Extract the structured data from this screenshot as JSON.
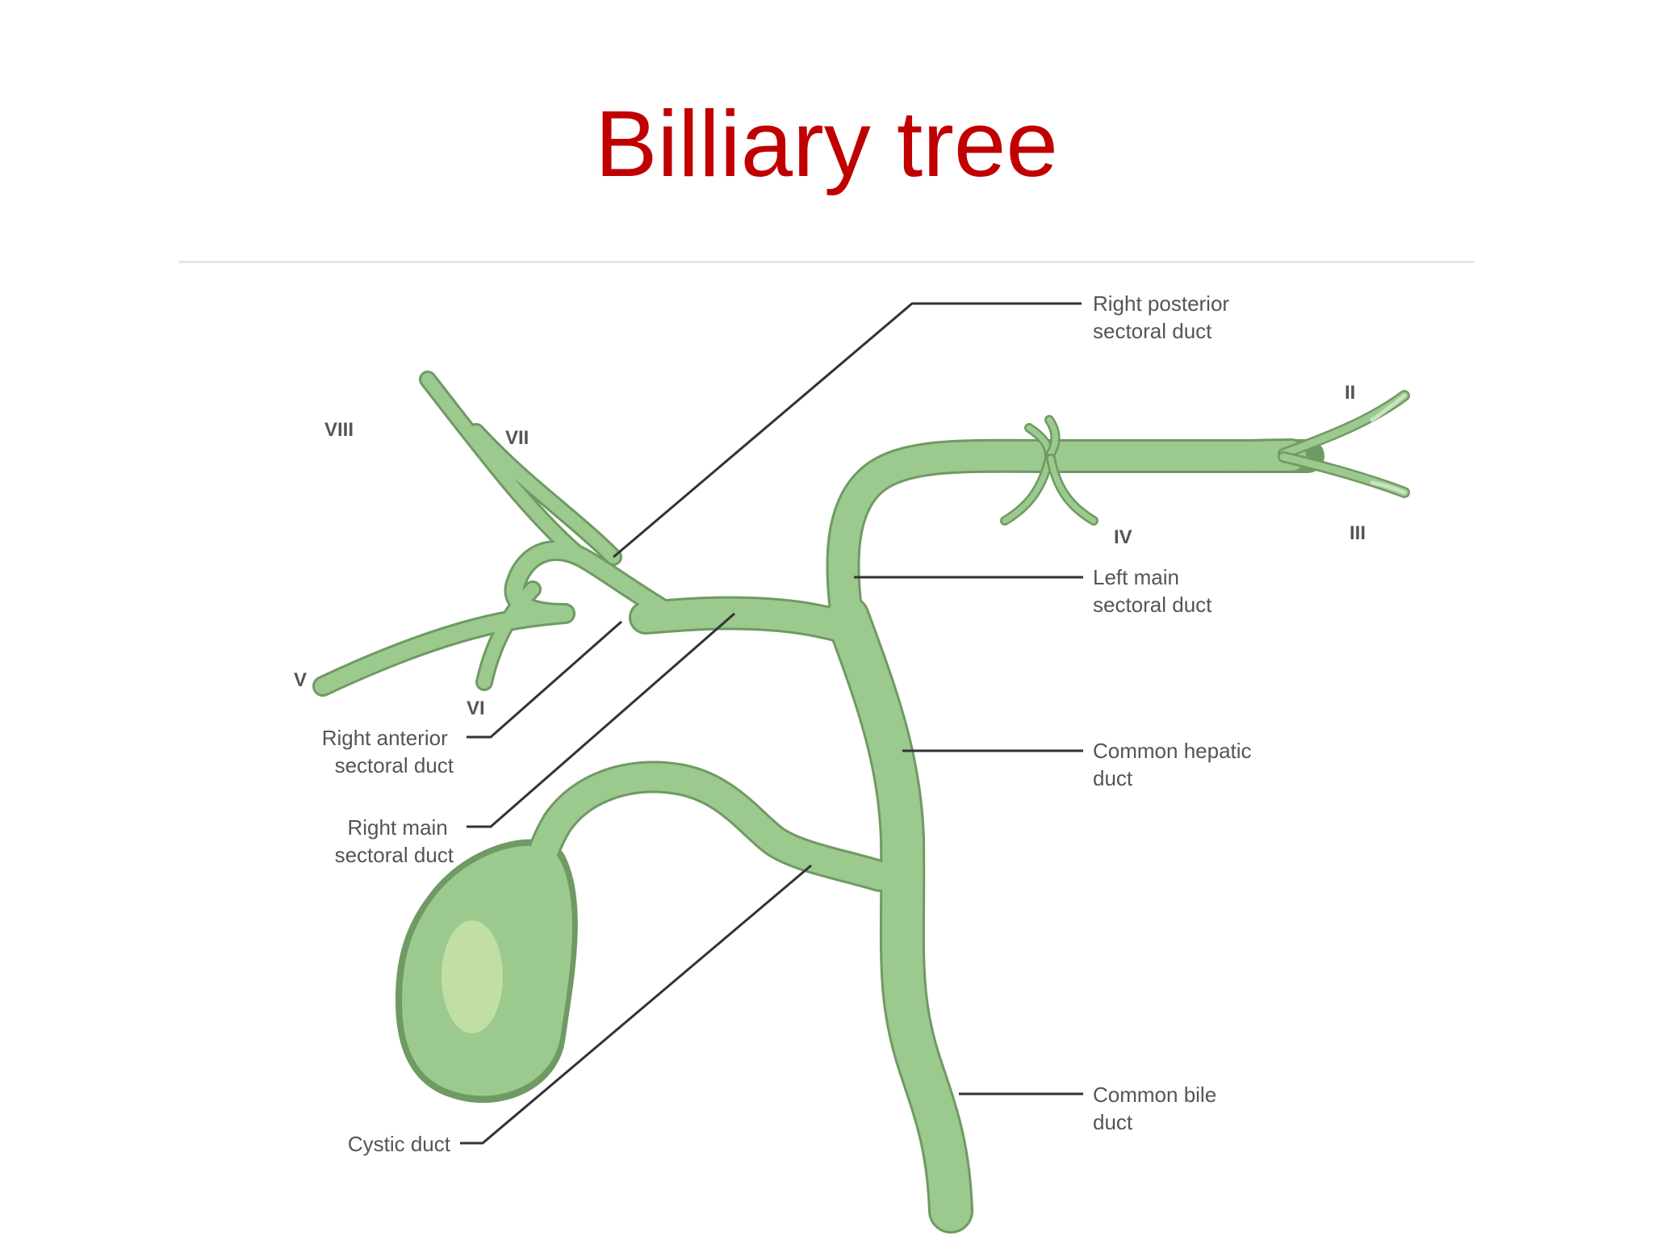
{
  "title": "Billiary tree",
  "colors": {
    "title": "#c00000",
    "duct_fill": "#9cc98e",
    "duct_edge": "#6f9a63",
    "text": "#555555",
    "leader": "#333333"
  },
  "segments": {
    "viii": "VIII",
    "vii": "VII",
    "v": "V",
    "vi": "VI",
    "ii": "II",
    "iii": "III",
    "iv": "IV"
  },
  "labels": {
    "right_posterior": [
      "Right posterior",
      "sectoral duct"
    ],
    "left_main": [
      "Left main",
      "sectoral duct"
    ],
    "common_hepatic": [
      "Common hepatic",
      "duct"
    ],
    "common_bile": [
      "Common bile",
      "duct"
    ],
    "right_anterior": [
      "Right anterior",
      "sectoral duct"
    ],
    "right_main": [
      "Right main",
      "sectoral duct"
    ],
    "cystic": [
      "Cystic duct"
    ]
  }
}
